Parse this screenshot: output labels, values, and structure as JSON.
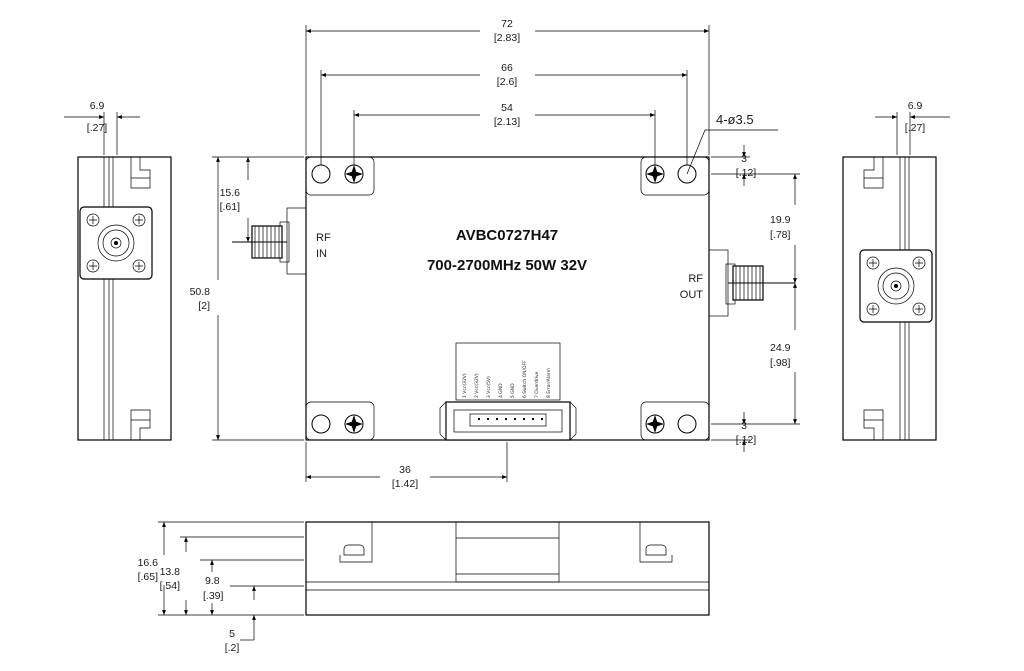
{
  "model": "AVBC0727H47",
  "spec": "700-2700MHz 50W 32V",
  "rf_in_label": "RF",
  "rf_in_label2": "IN",
  "rf_out_label": "RF",
  "rf_out_label2": "OUT",
  "hole_callout": "4-ø3.5",
  "dims": {
    "w72": "72",
    "w72_in": "[2.83]",
    "w66": "66",
    "w66_in": "[2.6]",
    "w54": "54",
    "w54_in": "[2.13]",
    "w36": "36",
    "w36_in": "[1.42]",
    "h508": "50.8",
    "h508_in": "[2]",
    "h156": "15.6",
    "h156_in": "[.61]",
    "h199": "19.9",
    "h199_in": "[.78]",
    "h249": "24.9",
    "h249_in": "[.98]",
    "h3a": "3",
    "h3a_in": "[.12]",
    "h3b": "3",
    "h3b_in": "[.12]",
    "s69l": "6.9",
    "s69l_in": "[.27]",
    "s69r": "6.9",
    "s69r_in": "[.27]",
    "b166": "16.6",
    "b166_in": "[.65]",
    "b138": "13.8",
    "b138_in": "[.54]",
    "b98": "9.8",
    "b98_in": "[.39]",
    "b5": "5",
    "b5_in": "[.2]"
  },
  "pins": [
    "1 Vcc(32V)",
    "2 Vcc(32V)",
    "3 Vcc(5V)",
    "4 GND",
    "5 GND",
    "6 Switch ON/OFF",
    "7 Overdrive",
    "8 Error/Alarm"
  ]
}
